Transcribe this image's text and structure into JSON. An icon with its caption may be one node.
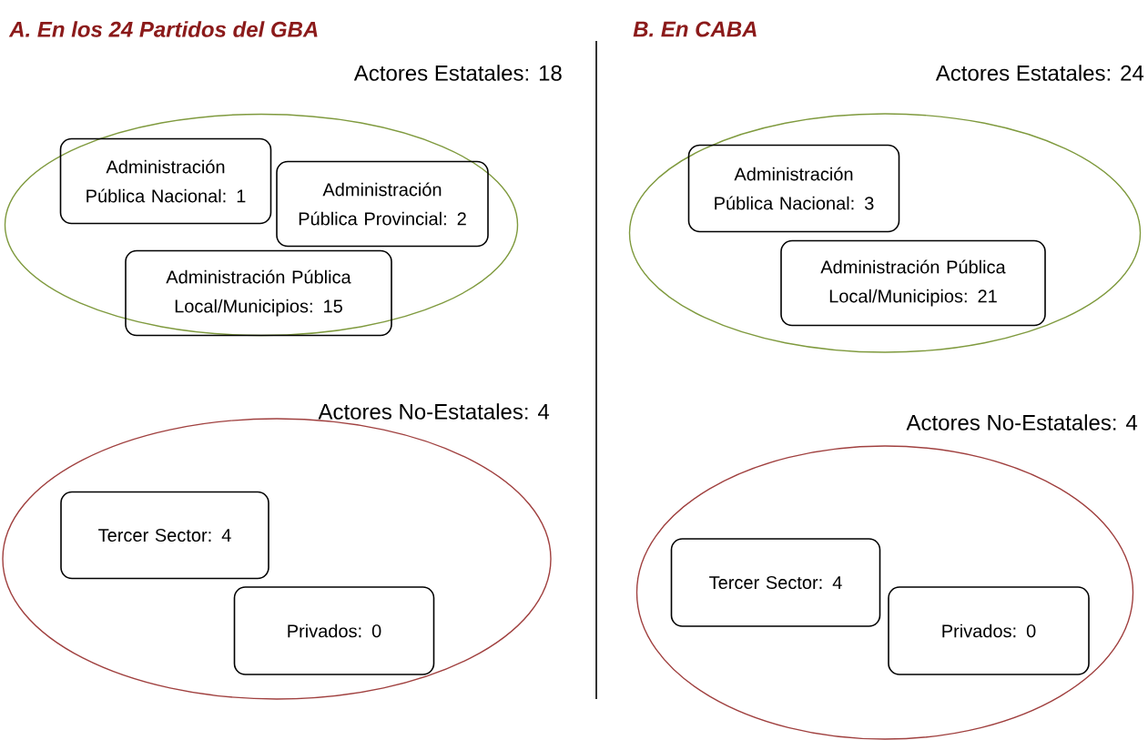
{
  "diagram": {
    "nodes": [
      {
        "text": [
          "Actores Estatales: 18"
        ]
      },
      {
        "text": [
          "Administración Pública Nacional: 1"
        ],
        "in": 0
      },
      {
        "text": [
          "Administración Pública Provincial: 2"
        ],
        "in": 0
      },
      {
        "text": [
          "Administración Pública Local/Municipios: 15"
        ],
        "in": 0
      },
      {
        "text": [
          "Actores No-Estatales: 4"
        ]
      },
      {
        "text": [
          "Tercer Sector: 4"
        ],
        "in": 4
      },
      {
        "text": [
          "Privados: 0"
        ],
        "in": 4
      },
      {
        "text": [
          "Actores Estatales: 24"
        ]
      },
      {
        "text": [
          "Administración Pública Nacional: 3"
        ],
        "in": 7
      },
      {
        "text": [
          "Administración Pública Local/Municipios: 21"
        ],
        "in": 7
      },
      {
        "text": [
          "Actores No-Estatales: 4"
        ]
      },
      {
        "text": [
          "Tercer Sector: 4"
        ],
        "in": 10
      },
      {
        "text": [
          "Privados: 0"
        ],
        "in": 10
      }
    ],
    "labels": [
      "A. En los 24 Partidos del GBA",
      "B. En CABA"
    ]
  }
}
